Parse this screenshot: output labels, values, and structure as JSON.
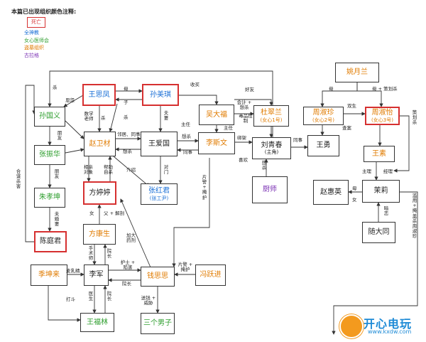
{
  "legend": {
    "title": "本篇已出现组织颜色注释:",
    "dead": "死亡",
    "items": [
      {
        "label": "全神教",
        "color": "#1a6fd6"
      },
      {
        "label": "女心医师会",
        "color": "#2e9e2e"
      },
      {
        "label": "盗墓组织",
        "color": "#e07b00"
      },
      {
        "label": "古拉格",
        "color": "#7a2fb3"
      }
    ]
  },
  "nodes": {
    "yao": {
      "name": "姚月兰",
      "sub": "",
      "color": "#e07b00",
      "dead": false
    },
    "wang_sifeng": {
      "name": "王思凤",
      "sub": "",
      "color": "#1a6fd6",
      "dead": true
    },
    "sun_meiqi": {
      "name": "孙美琪",
      "sub": "",
      "color": "#1a6fd6",
      "dead": true
    },
    "sun_guoyi": {
      "name": "孙国义",
      "sub": "",
      "color": "#2e9e2e",
      "dead": false
    },
    "wu_dafu": {
      "name": "吴大福",
      "sub": "",
      "color": "#e07b00",
      "dead": false
    },
    "du_cuilan": {
      "name": "杜翠兰",
      "sub": "(女心1号)",
      "color": "#e07b00",
      "dead": false
    },
    "zhou_shuzhen": {
      "name": "周淑珍",
      "sub": "(女心2号)",
      "color": "#e07b00",
      "dead": false
    },
    "zhou_shuyi": {
      "name": "周淑怡",
      "sub": "(女心3号)",
      "color": "#e07b00",
      "dead": true
    },
    "zhang_zhenhua": {
      "name": "张振华",
      "sub": "",
      "color": "#2e9e2e",
      "dead": false
    },
    "zhao_weicai": {
      "name": "赵卫材",
      "sub": "",
      "color": "#e07b00",
      "dead": false
    },
    "wang_aiguo": {
      "name": "王爱国",
      "sub": "",
      "color": "#222222",
      "dead": false
    },
    "li_siwen": {
      "name": "李斯文",
      "sub": "",
      "color": "#e07b00",
      "dead": false
    },
    "liu_qingchun": {
      "name": "刘青春",
      "sub": "(主角)",
      "color": "#222222",
      "dead": false
    },
    "wang_yong": {
      "name": "王勇",
      "sub": "",
      "color": "#222222",
      "dead": false
    },
    "wang_su": {
      "name": "王素",
      "sub": "",
      "color": "#e07b00",
      "dead": false
    },
    "zhu_xiaokun": {
      "name": "朱孝坤",
      "sub": "",
      "color": "#2e9e2e",
      "dead": false
    },
    "fang_tingting": {
      "name": "方婷婷",
      "sub": "",
      "color": "#222222",
      "dead": true
    },
    "zhang_hongjun": {
      "name": "张红君",
      "sub": "(张工尹)",
      "color": "#1a6fd6",
      "dead": false
    },
    "chushi": {
      "name": "厨师",
      "sub": "",
      "color": "#7a2fb3",
      "dead": false
    },
    "zhao_huiying": {
      "name": "赵惠英",
      "sub": "",
      "color": "#222222",
      "dead": false
    },
    "moli": {
      "name": "茉莉",
      "sub": "",
      "color": "#222222",
      "dead": false
    },
    "chen_tingjun": {
      "name": "陈庭君",
      "sub": "",
      "color": "#222222",
      "dead": true
    },
    "fang_kangsheng": {
      "name": "方康生",
      "sub": "",
      "color": "#e07b00",
      "dead": false
    },
    "sui_datong": {
      "name": "随大同",
      "sub": "",
      "color": "#222222",
      "dead": false
    },
    "ji_kunlai": {
      "name": "季坤来",
      "sub": "",
      "color": "#e07b00",
      "dead": false
    },
    "li_jun": {
      "name": "李军",
      "sub": "",
      "color": "#222222",
      "dead": false
    },
    "qian_sisi": {
      "name": "钱思思",
      "sub": "",
      "color": "#e07b00",
      "dead": false
    },
    "feng_yuejin": {
      "name": "冯跃进",
      "sub": "",
      "color": "#e07b00",
      "dead": false
    },
    "wang_fulin": {
      "name": "王福林",
      "sub": "",
      "color": "#2e9e2e",
      "dead": false
    },
    "san_nanzi": {
      "name": "三个男子",
      "sub": "",
      "color": "#2e9e2e",
      "dead": false
    }
  },
  "edge_labels": {
    "sha1": "杀",
    "enyuan": "恩怨",
    "shuxue": "数学老师",
    "mu1": "母",
    "zi1": "子",
    "sha2": "杀",
    "shouyang": "收买",
    "haoyou": "好友",
    "fuqi": "夫妻",
    "kuaiji": "会计 + 想杀",
    "dupin": "毒品控制",
    "pengyou1": "朋友",
    "linju": "邻居、同事",
    "xiangsha1": "想杀",
    "zhuren1": "主任",
    "zhuren2": "主任",
    "bangjia": "绑架",
    "tongshi1": "同事",
    "xiangsha2": "想杀",
    "tongshi2": "同事",
    "xiangsha3": "想杀",
    "xihuan": "喜欢",
    "mu2": "母",
    "muce": "母 + 策划杀",
    "shuangsheng": "双生",
    "chaan": "查案",
    "cehuasha": "策划杀",
    "hemou": "合谋杀害",
    "pengyou2": "朋友",
    "weihun": "未婚妻",
    "xiangqin": "相亲对象",
    "bangzhu": "帮助自杀",
    "jieshao": "介绍",
    "duimen": "对门",
    "pianjing": "片警 + 掩护",
    "zhuli": "主理",
    "jingli": "经理",
    "mu3": "母",
    "nv1": "女",
    "anlian": "暗恋",
    "lanyong": "滥用 + 掩盖杀周淑珍",
    "nv2": "女",
    "fujiepou": "父 + 解剖",
    "shoushu": "手术师",
    "yuanzhang1": "院长",
    "jiada": "加大药剂",
    "maiyu": "麦乳精",
    "hushi": "护士 + 陷害",
    "pianjing2": "片警 + 掩护",
    "yuanzhang2": "院长",
    "yisheng": "医生",
    "yuanzhang3": "院长",
    "dadou": "打斗",
    "songfan": "送钱 + 威胁"
  },
  "watermark": {
    "text": "开心电玩",
    "url": "www.kxdw.com"
  }
}
